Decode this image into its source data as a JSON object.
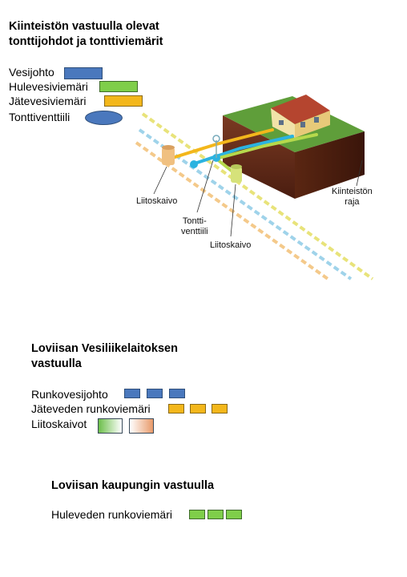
{
  "top": {
    "title_line1": "Kiinteistön vastuulla olevat",
    "title_line2": "tonttijohdot ja tonttiviemärit",
    "legend": [
      {
        "label": "Vesijohto",
        "color": "#4a78bd"
      },
      {
        "label": "Hulevesiviemäri",
        "color": "#7fce4a"
      },
      {
        "label": "Jätevesiviemäri",
        "color": "#f3b71b"
      },
      {
        "label": "Tonttiventtiili",
        "color": "#4a78bd"
      }
    ]
  },
  "illustration": {
    "liitoskaivo_left": "Liitoskaivo",
    "tonttiventtiili_line1": "Tontti-",
    "tonttiventtiili_line2": "venttiili",
    "liitoskaivo_right": "Liitoskaivo",
    "kiinteiston_raja_line1": "Kiinteistön",
    "kiinteiston_raja_line2": "raja"
  },
  "middle": {
    "title_line1": "Loviisan Vesiliikelaitoksen",
    "title_line2": "vastuulla",
    "rows": [
      {
        "label": "Runkovesijohto",
        "color": "#4a78bd"
      },
      {
        "label": "Jäteveden runkoviemäri",
        "color": "#f3b71b"
      },
      {
        "label": "Liitoskaivot",
        "color": "#7fce4a"
      }
    ]
  },
  "bottom": {
    "title": "Loviisan kaupungin vastuulla",
    "rows": [
      {
        "label": "Huleveden runkoviemäri",
        "color": "#7fce4a"
      }
    ]
  }
}
